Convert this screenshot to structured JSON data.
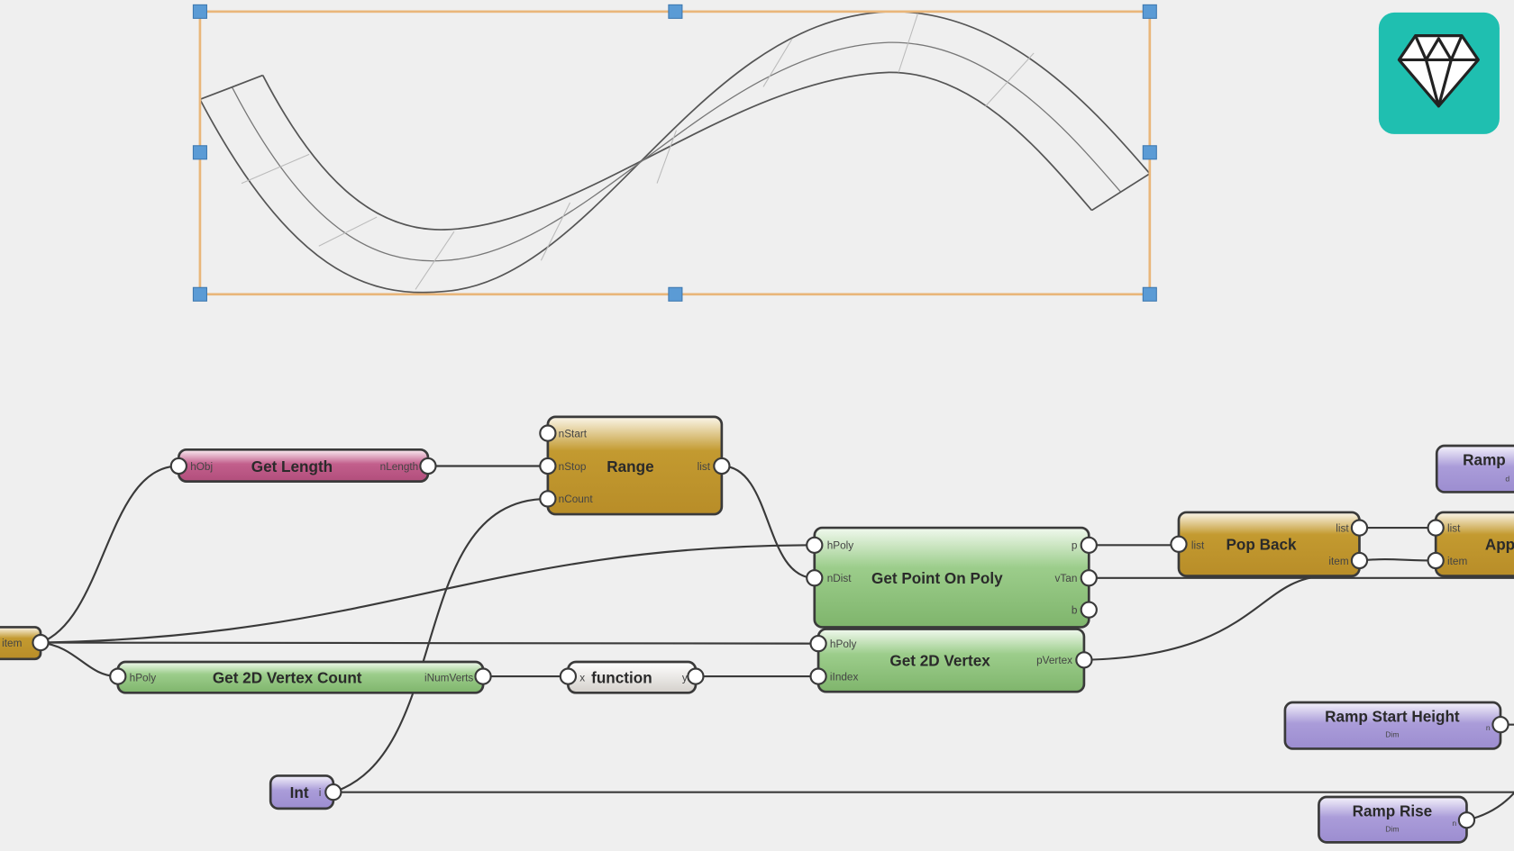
{
  "colors": {
    "background": "#efefef",
    "selection": "#e9b67a",
    "handle": "#5b9bd5",
    "logo": "#1fbfb0",
    "pink": "#c25f8c",
    "gold": "#c39a30",
    "green": "#8cc27a",
    "purple": "#a99ad8",
    "gray": "#d9d6d2"
  },
  "logo": {
    "icon": "diamond-icon"
  },
  "nodes": {
    "item": {
      "out": "item"
    },
    "get_length": {
      "title": "Get Length",
      "in": "hObj",
      "out": "nLength"
    },
    "range": {
      "title": "Range",
      "in": [
        "nStart",
        "nStop",
        "nCount"
      ],
      "out": "list"
    },
    "vertex_count": {
      "title": "Get 2D Vertex Count",
      "in": "hPoly",
      "out": "iNumVerts"
    },
    "function": {
      "title": "function",
      "in": "x",
      "out": "y"
    },
    "int": {
      "title": "Int",
      "out": "i"
    },
    "point_on_poly": {
      "title": "Get Point On Poly",
      "in": [
        "hPoly",
        "nDist"
      ],
      "out": [
        "p",
        "vTan",
        "b"
      ]
    },
    "vertex": {
      "title": "Get 2D Vertex",
      "in": [
        "hPoly",
        "iIndex"
      ],
      "out": "pVertex"
    },
    "pop_back": {
      "title": "Pop Back",
      "in": "list",
      "out": [
        "list",
        "item"
      ]
    },
    "append": {
      "title": "App",
      "in": [
        "list",
        "item"
      ]
    },
    "ramp_top": {
      "title": "Ramp",
      "sub": "d"
    },
    "ramp_start_height": {
      "title": "Ramp Start Height",
      "sub": "Dim",
      "out": "n"
    },
    "ramp_rise": {
      "title": "Ramp Rise",
      "sub": "Dim",
      "out": "n"
    }
  }
}
